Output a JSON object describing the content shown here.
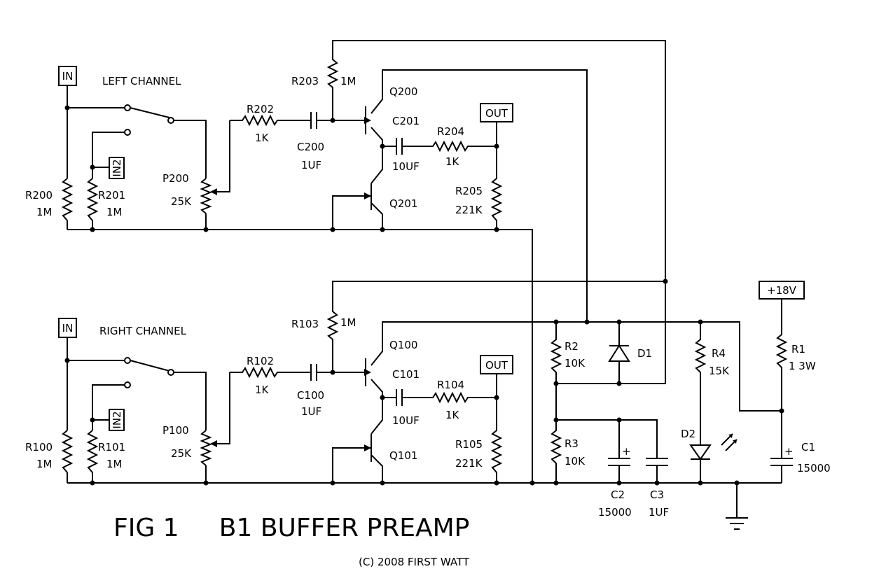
{
  "title": "FIG 1     B1 BUFFER PREAMP",
  "copyright": "(C) 2008 FIRST WATT",
  "channels": {
    "left": "LEFT CHANNEL",
    "right": "RIGHT CHANNEL"
  },
  "ports": {
    "in": "IN",
    "in2": "IN2",
    "out": "OUT",
    "supply": "+18V"
  },
  "left": {
    "r200": "R200",
    "r200_val": "1M",
    "r201": "R201",
    "r201_val": "1M",
    "p200": "P200",
    "p200_val": "25K",
    "r202": "R202",
    "r202_val": "1K",
    "c200": "C200",
    "c200_val": "1UF",
    "r203": "R203",
    "r203_val": "1M",
    "q200": "Q200",
    "q201": "Q201",
    "c201": "C201",
    "c201_val": "10UF",
    "r204": "R204",
    "r204_val": "1K",
    "r205": "R205",
    "r205_val": "221K"
  },
  "right": {
    "r100": "R100",
    "r100_val": "1M",
    "r101": "R101",
    "r101_val": "1M",
    "p100": "P100",
    "p100_val": "25K",
    "r102": "R102",
    "r102_val": "1K",
    "c100": "C100",
    "c100_val": "1UF",
    "r103": "R103",
    "r103_val": "1M",
    "q100": "Q100",
    "q101": "Q101",
    "c101": "C101",
    "c101_val": "10UF",
    "r104": "R104",
    "r104_val": "1K",
    "r105": "R105",
    "r105_val": "221K"
  },
  "supply": {
    "r1": "R1",
    "r1_val": "1 3W",
    "c1": "C1",
    "c1_val": "15000",
    "r2": "R2",
    "r2_val": "10K",
    "r3": "R3",
    "r3_val": "10K",
    "r4": "R4",
    "r4_val": "15K",
    "d1": "D1",
    "d2": "D2",
    "c2": "C2",
    "c2_val": "15000",
    "c3": "C3",
    "c3_val": "1UF",
    "plus": "+"
  }
}
